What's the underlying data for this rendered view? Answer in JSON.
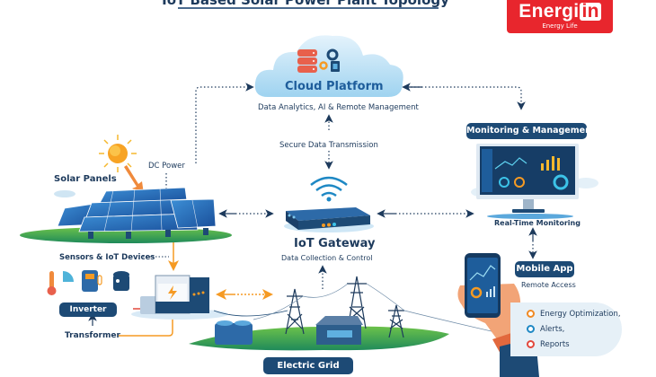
{
  "title": "IoT Based Solar Power Plant Topology",
  "logo": {
    "main": "Energi",
    "badge": "in",
    "tagline": "Energy Life",
    "color": "#e8262d"
  },
  "cloud": {
    "title": "Cloud Platform",
    "subtitle": "Data Analytics, AI & Remote Management",
    "icons": [
      "database-icon",
      "gear-icon",
      "chip-icon"
    ]
  },
  "link_label": "Secure Data Transmission",
  "gateway": {
    "title": "IoT Gateway",
    "subtitle": "Data Collection & Control"
  },
  "solar": {
    "title": "Solar Panels",
    "dc_label": "DC Power"
  },
  "monitoring": {
    "title": "Monitoring & Management",
    "subtitle": "Real-Time Monitoring"
  },
  "sensors": {
    "title": "Sensors & IoT Devices",
    "icons": [
      "thermometer-icon",
      "meter-icon",
      "camera-sensor-icon"
    ]
  },
  "inverter": {
    "label": "Inverter"
  },
  "transformer": {
    "label": "Transformer"
  },
  "grid": {
    "label": "Electric Grid"
  },
  "mobile": {
    "title": "Mobile App",
    "subtitle": "Remote Access"
  },
  "features": [
    {
      "label": "Energy Optimization,",
      "color": "#f08a24"
    },
    {
      "label": "Alerts,",
      "color": "#1e88c4"
    },
    {
      "label": "Reports",
      "color": "#e2483d"
    }
  ],
  "colors": {
    "navy": "#1d4a75",
    "accent_orange": "#f59a23",
    "cloud_blue": "#bfe0f5",
    "grass": "#3aa655"
  }
}
